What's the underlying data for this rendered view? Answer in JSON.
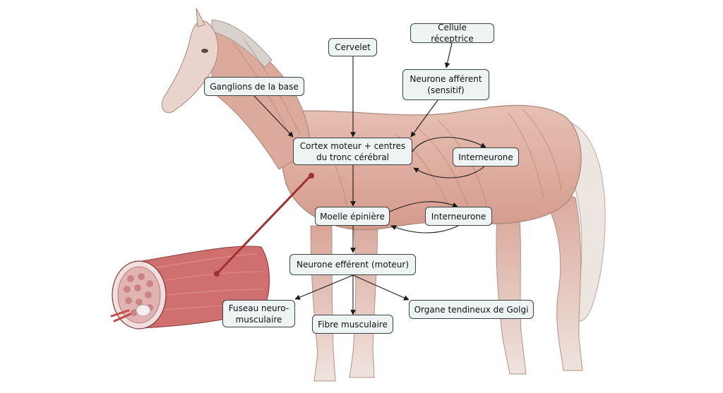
{
  "nodes": {
    "cervelet": "Cervelet",
    "cellule_receptrice": "Cellule réceptrice",
    "ganglions": "Ganglions de la base",
    "neurone_afferent": "Neurone afférent\n(sensitif)",
    "cortex": "Cortex moteur + centres\ndu tronc cérébral",
    "interneurone_1": "Interneurone",
    "moelle": "Moelle épinière",
    "interneurone_2": "Interneurone",
    "neurone_efferent": "Neurone efférent (moteur)",
    "fuseau": "Fuseau neuro-\nmusculaire",
    "fibre": "Fibre musculaire",
    "organe_golgi": "Organe tendineux de Golgi"
  },
  "colors": {
    "box_fill": "#eef3f4",
    "box_border": "#3c4142",
    "arrow": "#1a1a1a",
    "muscle_red": "#c96a6a",
    "muscle_line": "#a0302e"
  }
}
